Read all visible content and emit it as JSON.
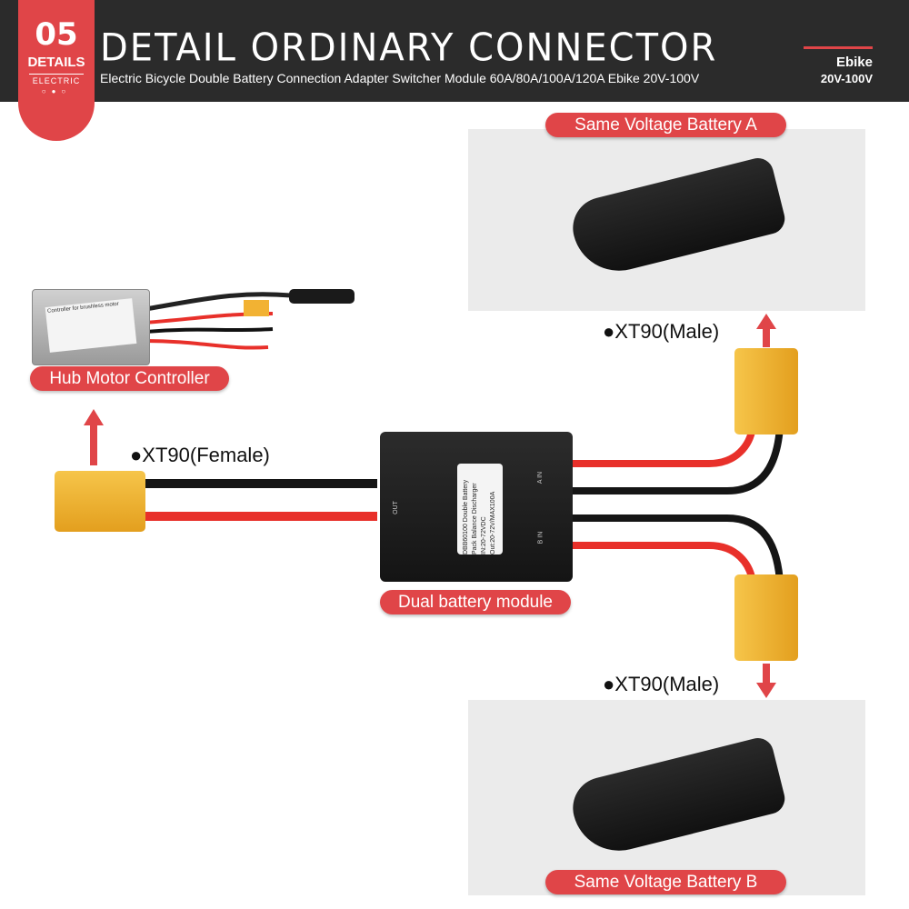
{
  "header": {
    "badge_number": "05",
    "badge_title": "DETAILS",
    "badge_sub": "ELECTRIC",
    "badge_dots": "○●○",
    "title": "DETAIL ORDINARY CONNECTOR",
    "subtitle": "Electric Bicycle Double Battery Connection Adapter Switcher Module 60A/80A/100A/120A Ebike 20V-100V",
    "tag": "Ebike",
    "range": "20V-100V"
  },
  "labels": {
    "battery_a": "Same Voltage Battery A",
    "battery_b": "Same Voltage Battery B",
    "controller": "Hub Motor Controller",
    "module": "Dual battery module",
    "xt90_female": "●XT90(Female)",
    "xt90_male_top": "●XT90(Male)",
    "xt90_male_bottom": "●XT90(Male)"
  },
  "module_sticker": [
    "DBB60100 Double Battery",
    "Pack Balance Discharger",
    "IN:20-72VDC",
    "Out:20-72V/MAX100A"
  ],
  "module_ports": {
    "out": "OUT",
    "a": "A IN",
    "b": "B IN"
  },
  "controller_sticker": "Controller for brushless motor",
  "colors": {
    "accent": "#e04548",
    "header": "#2b2b2b",
    "connector": "#f2b233",
    "wire_red": "#e8302a"
  }
}
